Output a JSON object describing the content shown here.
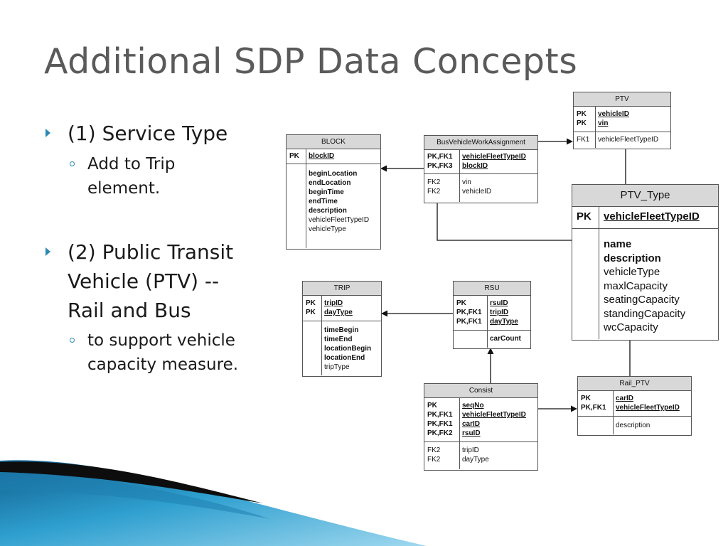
{
  "title": "Additional SDP Data Concepts",
  "bullets": [
    {
      "lines": [
        "(1) Service Type"
      ],
      "sub": [
        "Add to Trip",
        "element."
      ]
    },
    {
      "lines": [
        "(2) Public Transit",
        "Vehicle (PTV)  --",
        "Rail and Bus"
      ],
      "sub": [
        "to support vehicle",
        "capacity measure."
      ]
    }
  ],
  "entities": {
    "block": {
      "title": "BLOCK",
      "pk": [
        {
          "k": "PK",
          "f": "blockID"
        }
      ],
      "attrs": [
        {
          "f": "beginLocation",
          "b": true
        },
        {
          "f": "endLocation",
          "b": true
        },
        {
          "f": "beginTime",
          "b": true
        },
        {
          "f": "endTime",
          "b": true
        },
        {
          "f": "description",
          "b": true
        },
        {
          "f": "vehicleFleetTypeID",
          "b": false
        },
        {
          "f": "vehicleType",
          "b": false
        }
      ]
    },
    "bvwa": {
      "title": "BusVehicleWorkAssignment",
      "pk": [
        {
          "k": "PK,FK1",
          "f": "vehicleFleetTypeID"
        },
        {
          "k": "PK,FK3",
          "f": "blockID"
        }
      ],
      "attrs": [
        {
          "k": "FK2",
          "f": "vin",
          "b": false
        },
        {
          "k": "FK2",
          "f": "vehicleID",
          "b": false
        }
      ]
    },
    "ptv": {
      "title": "PTV",
      "pk": [
        {
          "k": "PK",
          "f": "vehicleID"
        },
        {
          "k": "PK",
          "f": "vin"
        }
      ],
      "attrs": [
        {
          "k": "FK1",
          "f": "vehicleFleetTypeID",
          "b": false
        }
      ]
    },
    "ptvtype": {
      "title": "PTV_Type",
      "pk": [
        {
          "k": "PK",
          "f": "vehicleFleetTypeID"
        }
      ],
      "attrs": [
        {
          "f": "name",
          "b": true
        },
        {
          "f": "description",
          "b": true
        },
        {
          "f": "vehicleType",
          "b": false
        },
        {
          "f": "maxlCapacity",
          "b": false
        },
        {
          "f": "seatingCapacity",
          "b": false
        },
        {
          "f": "standingCapacity",
          "b": false
        },
        {
          "f": "wcCapacity",
          "b": false
        }
      ]
    },
    "trip": {
      "title": "TRIP",
      "pk": [
        {
          "k": "PK",
          "f": "tripID"
        },
        {
          "k": "PK",
          "f": "dayType"
        }
      ],
      "attrs": [
        {
          "f": "timeBegin",
          "b": true
        },
        {
          "f": "timeEnd",
          "b": true
        },
        {
          "f": "locationBegin",
          "b": true
        },
        {
          "f": "locationEnd",
          "b": true
        },
        {
          "f": "tripType",
          "b": false
        }
      ]
    },
    "rsu": {
      "title": "RSU",
      "pk": [
        {
          "k": "PK",
          "f": "rsuID"
        },
        {
          "k": "PK,FK1",
          "f": "tripID"
        },
        {
          "k": "PK,FK1",
          "f": "dayType"
        }
      ],
      "attrs": [
        {
          "f": "carCount",
          "b": true
        }
      ]
    },
    "consist": {
      "title": "Consist",
      "pk": [
        {
          "k": "PK",
          "f": "seqNo"
        },
        {
          "k": "PK,FK1",
          "f": "vehicleFleetTypeID"
        },
        {
          "k": "PK,FK1",
          "f": "carID"
        },
        {
          "k": "PK,FK2",
          "f": "rsuID"
        }
      ],
      "attrs": [
        {
          "k": "FK2",
          "f": "tripID",
          "b": false
        },
        {
          "k": "FK2",
          "f": "dayType",
          "b": false
        }
      ]
    },
    "railptv": {
      "title": "Rail_PTV",
      "pk": [
        {
          "k": "PK",
          "f": "carID"
        },
        {
          "k": "PK,FK1",
          "f": "vehicleFleetTypeID"
        }
      ],
      "attrs": [
        {
          "f": "description",
          "b": false
        }
      ]
    }
  },
  "colors": {
    "accent": "#2a8ab0",
    "wave_dark": "#0d0d0d",
    "wave_blue": "#1f7fb0"
  }
}
